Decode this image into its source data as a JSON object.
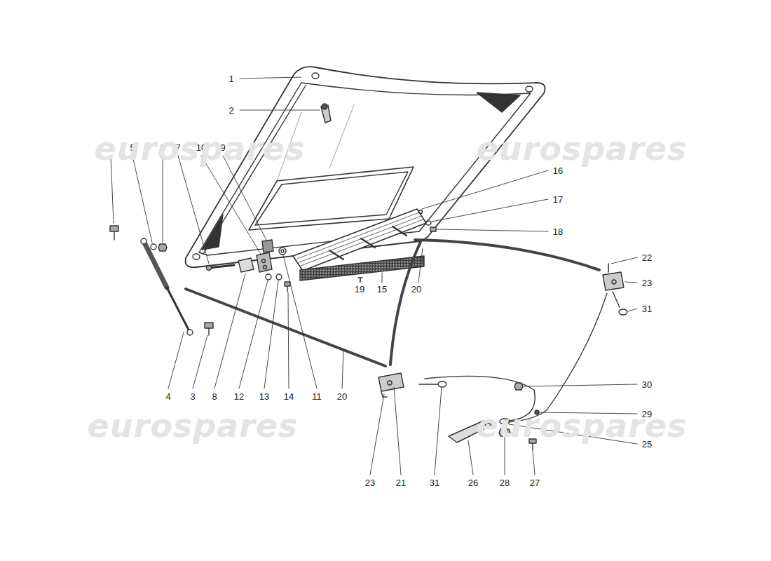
{
  "diagram": {
    "labels": [
      "1",
      "2",
      "3",
      "5",
      "6",
      "7",
      "10",
      "9",
      "16",
      "17",
      "18",
      "22",
      "23",
      "19",
      "15",
      "20",
      "31",
      "30",
      "4",
      "3",
      "8",
      "12",
      "13",
      "14",
      "11",
      "20",
      "29",
      "25",
      "23",
      "21",
      "31",
      "26",
      "28",
      "27",
      "eurospares",
      "eurospares",
      "eurospares",
      "eurospares"
    ]
  }
}
